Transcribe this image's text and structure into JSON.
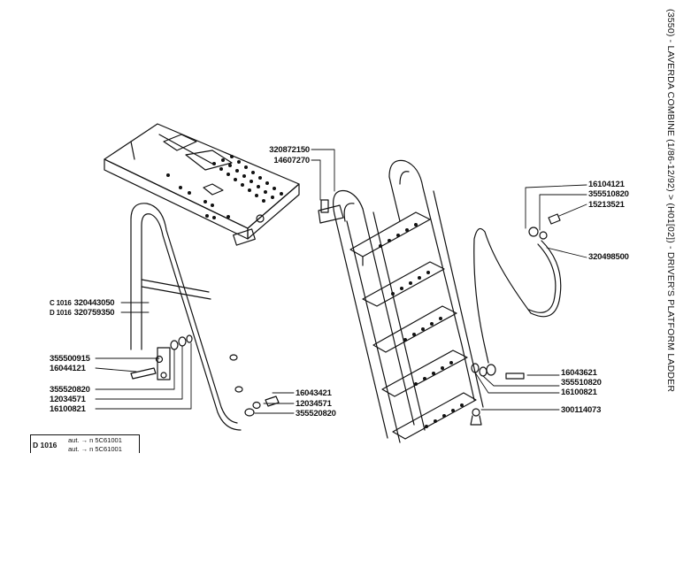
{
  "title": "(3550) - LAVERDA COMBINE (1/86-12/92) > (H01[02]) - DRIVER'S PLATFORM LADDER",
  "parts": {
    "p320872150": "320872150",
    "p14607270": "14607270",
    "p16104121": "16104121",
    "p355510820a": "355510820",
    "p15213521": "15213521",
    "p320498500": "320498500",
    "c1016_prefix": "C 1016",
    "p320443050": "320443050",
    "d1016_prefix": "D 1016",
    "p320759350": "320759350",
    "p355500915": "355500915",
    "p16044121": "16044121",
    "p355520820a": "355520820",
    "p12034571a": "12034571",
    "p16100821a": "16100821",
    "p16043421": "16043421",
    "p12034571b": "12034571",
    "p355520820b": "355520820",
    "p16043621": "16043621",
    "p355510820b": "355510820",
    "p16100821b": "16100821",
    "p300114073": "300114073"
  },
  "legend_box": {
    "code": "D 1016",
    "line1": "aut. → n 5C61001",
    "line2": "aut. → n 5C61001"
  }
}
